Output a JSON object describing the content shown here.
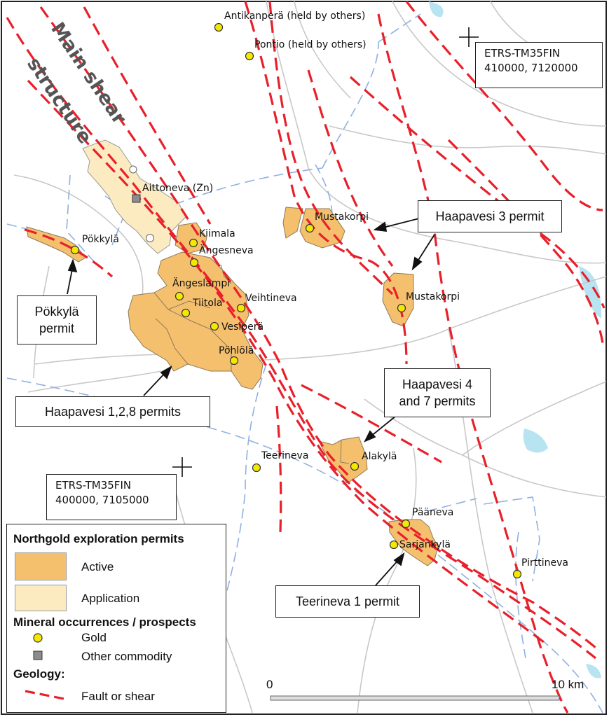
{
  "title": "Main shear structure",
  "title_lines": [
    "Main shear",
    "structure"
  ],
  "coords": {
    "ne": {
      "line1": "ETRS-TM35FIN",
      "line2": "410000,  7120000"
    },
    "sw": {
      "line1": "ETRS-TM35FIN",
      "line2": "400000,  7105000"
    }
  },
  "permit_callouts": {
    "pokkyla": "Pökkylä permit",
    "haapavesi_128": "Haapavesi 1,2,8 permits",
    "haapavesi_3": "Haapavesi 3 permit",
    "haapavesi_47": "Haapavesi 4 and 7 permits",
    "teerineva_1": "Teerineva 1 permit"
  },
  "occurrences": {
    "antikanpera": "Antikanperä (held by others)",
    "pontio": "Pontio (held by others)",
    "aittoneva": "Aittoneva (Zn)",
    "kiimala": "Kiimala",
    "angesneva": "Ängesneva",
    "angeslampi": "Ängeslampi",
    "tiitola": "Tiitola",
    "veihtineva": "Veihtineva",
    "vesipera": "Vesiperä",
    "pohlola": "Pöhlölä",
    "pokkyla": "Pökkylä",
    "mustakorpi_n": "Mustakorpi",
    "mustakorpi_s": "Mustakorpi",
    "teerineva": "Teerineva",
    "alakyla": "Alakylä",
    "paaneva": "Pääneva",
    "sarjankyla": "Sarjankylä",
    "pirttineva": "Pirttineva"
  },
  "legend": {
    "heading_permits": "Northgold exploration permits",
    "active": "Active",
    "application": "Application",
    "heading_occurrences": "Mineral occurrences / prospects",
    "gold": "Gold",
    "other": "Other commodity",
    "heading_geology": "Geology:",
    "fault": "Fault or shear"
  },
  "scale_bar": {
    "start": "0",
    "end": "10 km"
  },
  "colors": {
    "active_permit": "#f5c06e",
    "application_permit": "#fcebc0",
    "fault": "#e8202a",
    "gold": "#f5e800",
    "other_commodity": "#8c8c8c",
    "road": "#c8c8c8",
    "boundary": "#8fb0e0",
    "water": "#b8e4f2"
  }
}
